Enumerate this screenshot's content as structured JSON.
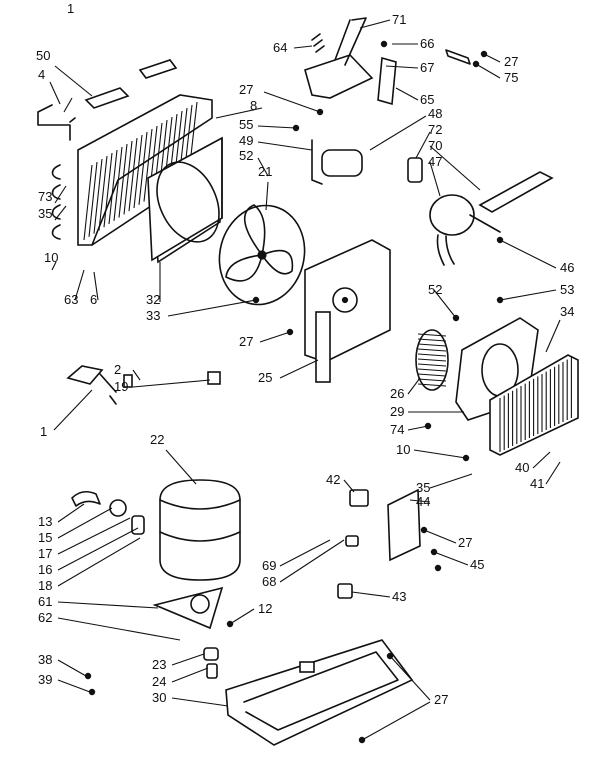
{
  "labels": {
    "l1": "1",
    "l2": "2",
    "l4": "4",
    "l6": "6",
    "l8": "8",
    "l10a": "10",
    "l10b": "10",
    "l12": "12",
    "l13": "13",
    "l15": "15",
    "l16": "16",
    "l17": "17",
    "l18": "18",
    "l19": "19",
    "l21": "21",
    "l22": "22",
    "l23": "23",
    "l24": "24",
    "l25": "25",
    "l26": "26",
    "l27a": "27",
    "l27b": "27",
    "l27c": "27",
    "l27d": "27",
    "l27e": "27",
    "l29": "29",
    "l30": "30",
    "l32": "32",
    "l33": "33",
    "l34": "34",
    "l35a": "35",
    "l35b": "35",
    "l38": "38",
    "l39": "39",
    "l40": "40",
    "l41": "41",
    "l42": "42",
    "l43": "43",
    "l44": "44",
    "l45": "45",
    "l46": "46",
    "l47": "47",
    "l48": "48",
    "l49": "49",
    "l50": "50",
    "l52a": "52",
    "l52b": "52",
    "l53": "53",
    "l55": "55",
    "l61": "61",
    "l62": "62",
    "l63": "63",
    "l64": "64",
    "l65": "65",
    "l66": "66",
    "l67": "67",
    "l68": "68",
    "l69": "69",
    "l70": "70",
    "l71": "71",
    "l72": "72",
    "l73": "73",
    "l74": "74",
    "l75": "75"
  }
}
